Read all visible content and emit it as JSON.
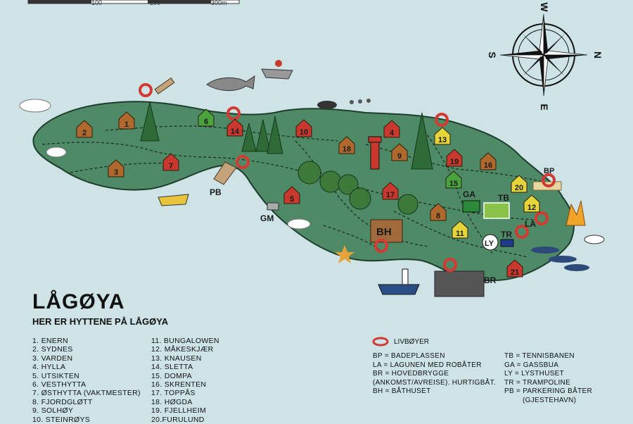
{
  "scale_bar": {
    "ticks": [
      "100",
      "200",
      "300m"
    ]
  },
  "compass": {
    "n": "N",
    "s": "S",
    "e": "E",
    "w": "W"
  },
  "title": "LÅGØYA",
  "subtitle": "HER ER HYTTENE PÅ LÅGØYA",
  "huts_col1": [
    "1.  ENERN",
    "2.  SYDNES",
    "3.  VARDEN",
    "4.  HYLLA",
    "5.  UTSIKTEN",
    "6.  VESTHYTTA",
    "7.  ØSTHYTTA (VAKTMESTER)",
    "8.  FJORDGLØTT",
    "9.  SOLHØY",
    "10. STEINRØYS"
  ],
  "huts_col2": [
    "11. BUNGALOWEN",
    "12. MÅKESKJÆR",
    "13. KNAUSEN",
    "14. SLETTA",
    "15. DOMPA",
    "16. SKRENTEN",
    "17. TOPPÅS",
    "18. HØGDA",
    "19. FJELLHEIM",
    "20.FURULUND"
  ],
  "map_labels": {
    "pb": "PB",
    "gm": "GM",
    "bh": "BH",
    "ga": "GA",
    "tb": "TB",
    "tr": "TR",
    "ly": "LY",
    "la": "LA",
    "bp": "BP",
    "br": "BR"
  },
  "hut_markers": [
    {
      "n": "1",
      "color": "#b0692d"
    },
    {
      "n": "2",
      "color": "#b0692d"
    },
    {
      "n": "3",
      "color": "#b0692d"
    },
    {
      "n": "4",
      "color": "#c8382c"
    },
    {
      "n": "5",
      "color": "#c8382c"
    },
    {
      "n": "6",
      "color": "#4aa33c"
    },
    {
      "n": "7",
      "color": "#c8382c"
    },
    {
      "n": "8",
      "color": "#b0692d"
    },
    {
      "n": "9",
      "color": "#b0692d"
    },
    {
      "n": "10",
      "color": "#c8382c"
    },
    {
      "n": "11",
      "color": "#e5d43a"
    },
    {
      "n": "12",
      "color": "#e5d43a"
    },
    {
      "n": "13",
      "color": "#e5d43a"
    },
    {
      "n": "14",
      "color": "#c8382c"
    },
    {
      "n": "15",
      "color": "#4aa33c"
    },
    {
      "n": "16",
      "color": "#b0692d"
    },
    {
      "n": "17",
      "color": "#c8382c"
    },
    {
      "n": "18",
      "color": "#b0692d"
    },
    {
      "n": "19",
      "color": "#c8382c"
    },
    {
      "n": "20",
      "color": "#e5d43a"
    },
    {
      "n": "21",
      "color": "#c8382c"
    }
  ],
  "legend": {
    "lifebuoy_label": "LIVBØYER",
    "left": [
      "BP = BADEPLASSEN",
      "LA = LAGUNEN MED ROBÅTER",
      "BR = HOVEDBRYGGE",
      "(ANKOMST/AVREISE). HURTIGBÅT.",
      "BH = BÅTHUSET"
    ],
    "right": [
      "TB = TENNISBANEN",
      "GA = GASSBUA",
      "LY = LYSTHUSET",
      "TR = TRAMPOLINE",
      "PB = PARKERING BÅTER",
      "(GJESTEHAVN)"
    ]
  },
  "colors": {
    "sea": "#cde3e6",
    "land": "#4f8a66",
    "land_outline": "#1e3d2c",
    "hut_red": "#c8382c",
    "hut_brown": "#b0692d",
    "hut_yellow": "#e5d43a",
    "hut_green": "#4aa33c"
  }
}
